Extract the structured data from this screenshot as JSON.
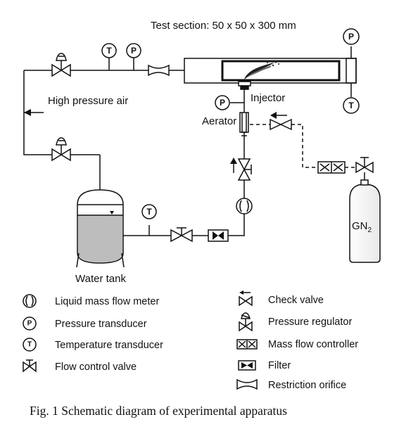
{
  "labels": {
    "test_section": "Test section: 50 x 50 x 300 mm",
    "high_pressure_air": "High pressure air",
    "injector": "Injector",
    "aerator": "Aerator",
    "water_tank": "Water tank",
    "gn2": "GN",
    "gn2_subscript": "2"
  },
  "symbols": {
    "pressure": "P",
    "temperature": "T"
  },
  "legend": {
    "left": [
      {
        "icon": "flow-meter-icon",
        "label": "Liquid mass flow meter"
      },
      {
        "icon": "pressure-transducer-icon",
        "label": "Pressure transducer"
      },
      {
        "icon": "temperature-transducer-icon",
        "label": "Temperature transducer"
      },
      {
        "icon": "flow-control-valve-icon",
        "label": "Flow control valve"
      }
    ],
    "right": [
      {
        "icon": "check-valve-icon",
        "label": "Check valve"
      },
      {
        "icon": "pressure-regulator-icon",
        "label": "Pressure regulator"
      },
      {
        "icon": "mass-flow-controller-icon",
        "label": "Mass flow controller"
      },
      {
        "icon": "filter-icon",
        "label": "Filter"
      },
      {
        "icon": "restriction-orifice-icon",
        "label": "Restriction orifice"
      }
    ]
  },
  "caption": "Fig. 1 Schematic diagram of experimental apparatus"
}
